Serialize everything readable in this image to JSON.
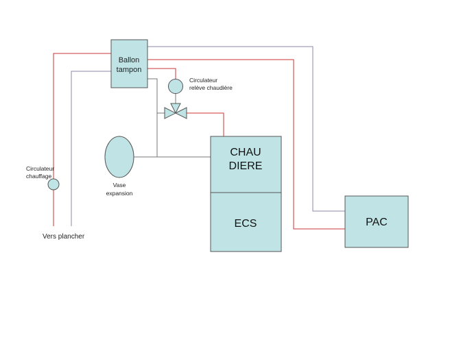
{
  "colors": {
    "box_fill": "#c0e4e6",
    "box_stroke": "#555555",
    "hot_line": "#cc3333",
    "return_line": "#8a8aa8",
    "component_line": "#666666"
  },
  "components": {
    "ballon": {
      "line1": "Ballon",
      "line2": "tampon"
    },
    "circ_releve": {
      "line1": "Circulateur",
      "line2": "relève chaudière"
    },
    "circ_chauffage": {
      "line1": "Circulateur",
      "line2": "chauffage"
    },
    "vase": {
      "line1": "Vase",
      "line2": "expansion"
    },
    "chaudiere": {
      "line1": "CHAU",
      "line2": "DIERE"
    },
    "ecs": {
      "label": "ECS"
    },
    "pac": {
      "label": "PAC"
    },
    "vers_plancher": {
      "label": "Vers plancher"
    }
  }
}
